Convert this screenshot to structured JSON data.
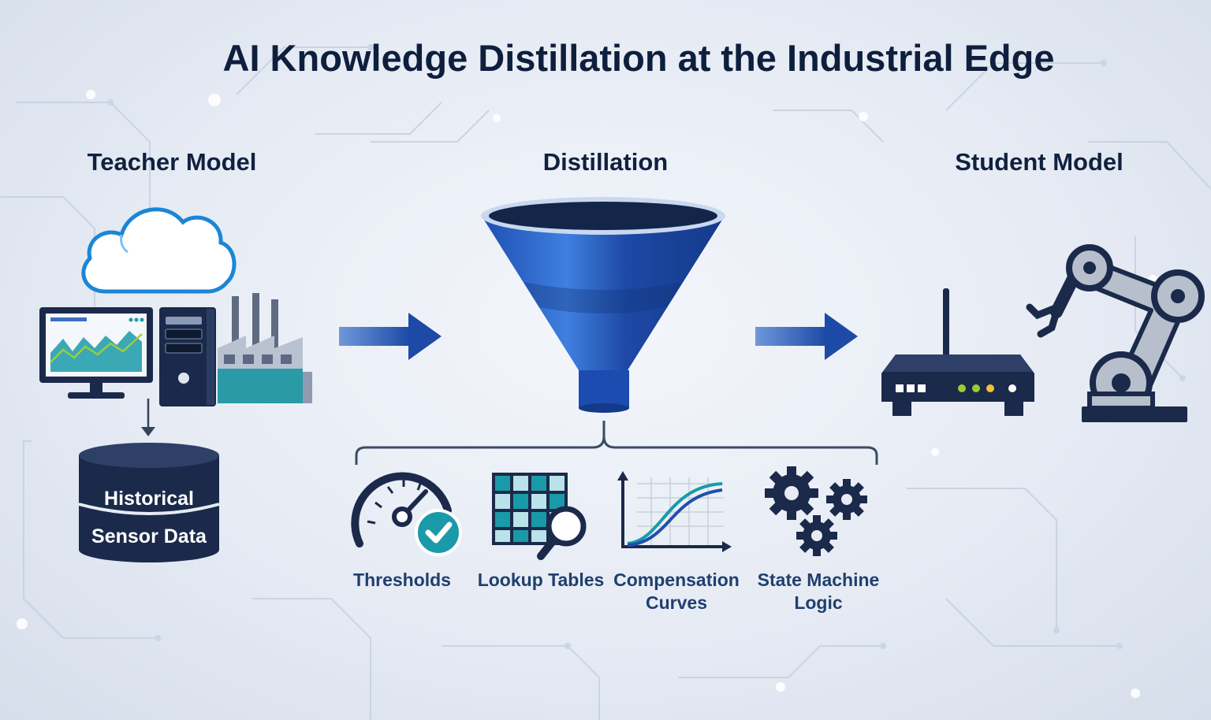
{
  "title": "AI Knowledge Distillation at the Industrial Edge",
  "sections": {
    "teacher": "Teacher Model",
    "distillation": "Distillation",
    "student": "Student Model"
  },
  "database": {
    "line1": "Historical",
    "line2": "Sensor Data"
  },
  "outputs": [
    {
      "label": "Thresholds",
      "icon": "gauge-check-icon"
    },
    {
      "label": "Lookup Tables",
      "icon": "table-search-icon"
    },
    {
      "label": "Compensation Curves",
      "icon": "curve-chart-icon"
    },
    {
      "label": "State Machine Logic",
      "icon": "gears-icon"
    }
  ],
  "colors": {
    "primary_blue": "#1f4fae",
    "navy": "#1b2a4a",
    "teal": "#1a9aa8",
    "background": "#e6ebf4"
  }
}
